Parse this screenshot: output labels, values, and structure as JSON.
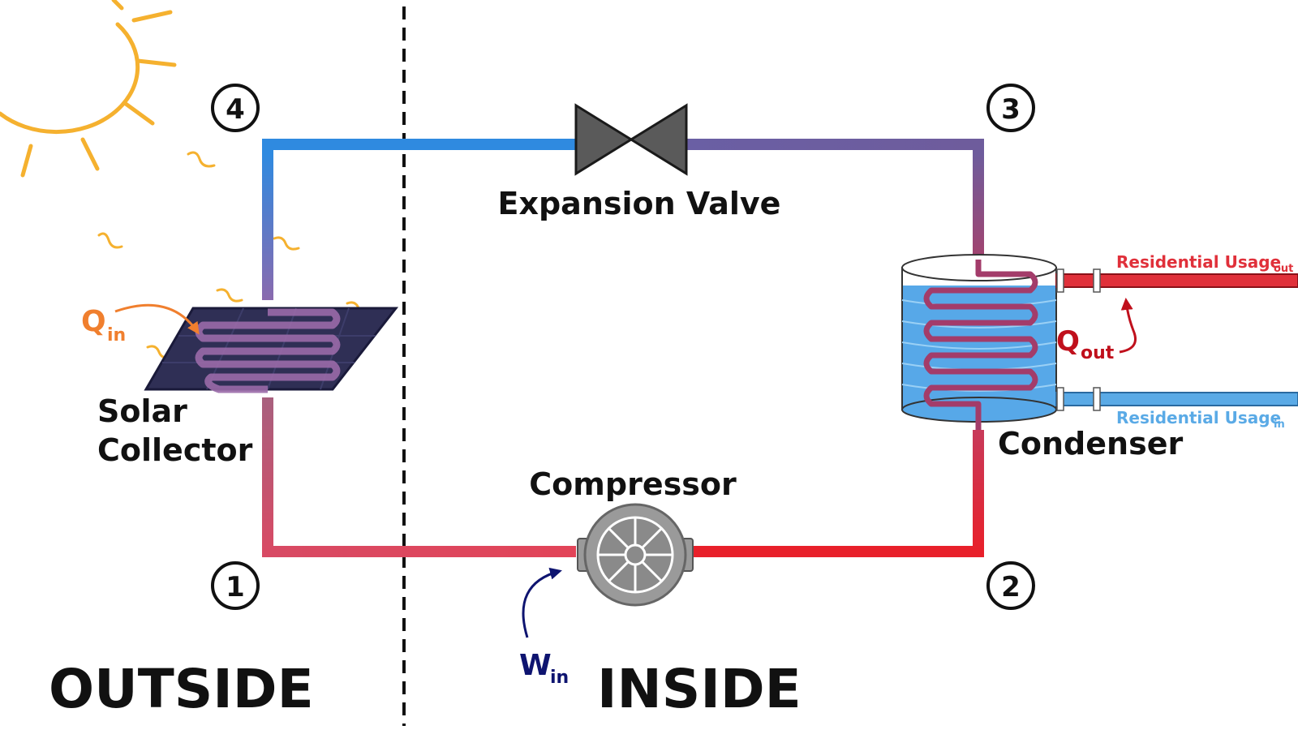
{
  "regions": {
    "outside": "OUTSIDE",
    "inside": "INSIDE"
  },
  "components": {
    "expansion_valve": "Expansion Valve",
    "solar_collector_line1": "Solar",
    "solar_collector_line2": "Collector",
    "condenser": "Condenser",
    "compressor": "Compressor"
  },
  "states": [
    "1",
    "2",
    "3",
    "4"
  ],
  "energy": {
    "q_in": {
      "base": "Q",
      "sub": "in"
    },
    "q_out": {
      "base": "Q",
      "sub": "out"
    },
    "w_in": {
      "base": "W",
      "sub": "in"
    }
  },
  "residential": {
    "out": {
      "base": "Residential Usage",
      "sub": "out"
    },
    "in": {
      "base": "Residential Usage",
      "sub": "in"
    }
  },
  "colors": {
    "cold_blue": "#2f8ae0",
    "valve_purple": "#6e5c9c",
    "hot_red": "#e8202a",
    "warm_pink": "#d84a64",
    "q_in_orange": "#f07f2e",
    "q_out_red": "#c0101c",
    "w_in_navy": "#0e1470",
    "res_out_red": "#e0303a",
    "res_in_blue": "#5aaae6",
    "sun_yellow": "#f5b12f",
    "water_blue": "#57a8e8"
  }
}
